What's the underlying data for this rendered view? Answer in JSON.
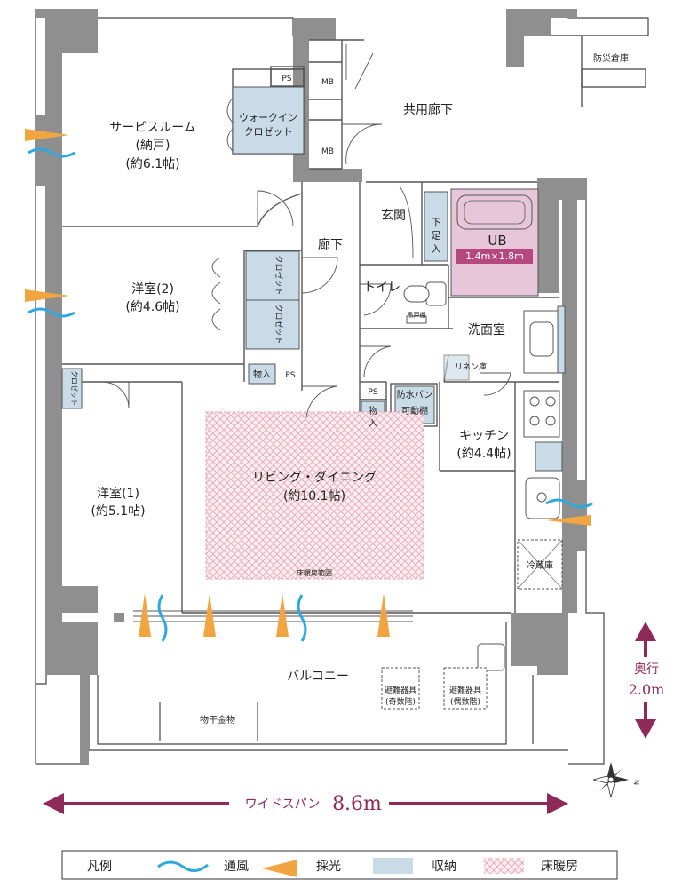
{
  "rooms": {
    "service_room": {
      "name": "サービスルーム",
      "sub": "(納戸)",
      "size": "(約6.1帖)"
    },
    "walk_in_closet": {
      "line1": "ウォークイン",
      "line2": "クロゼット"
    },
    "western_room_2": {
      "name": "洋室(2)",
      "size": "(約4.6帖)"
    },
    "western_room_1": {
      "name": "洋室(1)",
      "size": "(約5.1帖)"
    },
    "living_dining": {
      "name": "リビング・ダイニング",
      "size": "(約10.1帖)",
      "floor_heating_note": "床暖房範囲"
    },
    "kitchen": {
      "name": "キッチン",
      "size": "(約4.4帖)"
    },
    "entrance": "玄関",
    "corridor": "廊下",
    "toilet": "トイレ",
    "toilet_cabinet": "吊戸棚",
    "washroom": "洗面室",
    "unit_bath": {
      "name": "UB",
      "size": "1.4m×1.8m"
    },
    "shoe_box": "下足入",
    "linen": "リネン庫",
    "waterproof_pan": {
      "line1": "防水パン",
      "line2": "可動棚"
    },
    "fridge": "冷蔵庫",
    "balcony": "バルコニー",
    "drying_rack": "物干金物",
    "escape_odd": {
      "line1": "避難器具",
      "line2": "(奇数階)"
    },
    "escape_even": {
      "line1": "避難器具",
      "line2": "(偶数階)"
    },
    "shared_corridor": "共用廊下",
    "disaster_storage": "防災倉庫",
    "ps": "PS",
    "mb": "MB",
    "storage_short": "物入",
    "closet": "クロゼット"
  },
  "dimensions": {
    "width_label": "ワイドスパン",
    "width_value": "8.6m",
    "depth_label": "奥行",
    "depth_value": "2.0m"
  },
  "compass": {
    "letter": "N"
  },
  "legend": {
    "title": "凡例",
    "items": [
      {
        "label": "通風",
        "icon": "ventilation-wave",
        "color": "#2fa8dc"
      },
      {
        "label": "採光",
        "icon": "daylight-triangle",
        "color": "#f0a540"
      },
      {
        "label": "収納",
        "icon": "storage-swatch",
        "color": "#c9dbe6"
      },
      {
        "label": "床暖房",
        "icon": "floor-heating-swatch",
        "color": "#f2c6cf"
      }
    ]
  },
  "colors": {
    "wall": "#8f8f8f",
    "accent_dimension": "#8e2a58",
    "unit_bath": "#e6c6d8",
    "storage": "#c9dbe6",
    "floor_heating": "#e7a4b4",
    "ventilation": "#2fa8dc",
    "daylight": "#f0a540"
  }
}
